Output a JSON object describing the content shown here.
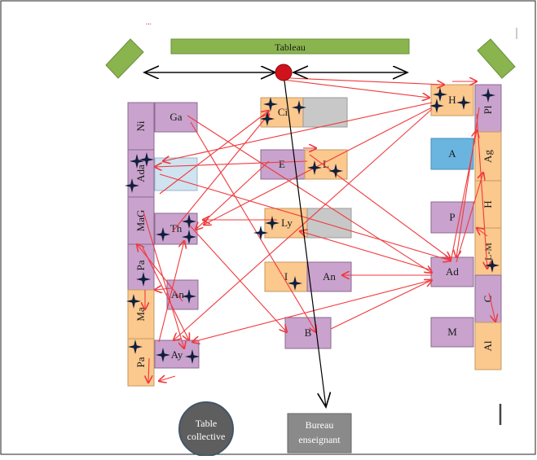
{
  "board": {
    "label": "Tableau"
  },
  "teacher_desk": {
    "line1": "Bureau",
    "line2": "enseignant"
  },
  "collective_table": {
    "line1": "Table",
    "line2": "collective"
  },
  "top_marker": "...",
  "students": {
    "ni": "Ni",
    "ga": "Ga",
    "ada": "Ada",
    "mag": "MaG",
    "th": "Th",
    "pa_upper": "Pa",
    "an_left": "An",
    "ma": "Ma",
    "pa_lower": "Pa",
    "ay": "Ay",
    "ci": "Ci",
    "e": "E",
    "l": "L",
    "ly": "Ly",
    "i": "I",
    "an_mid": "An",
    "b": "B",
    "h_top": "H",
    "pl": "Pl",
    "a": "A",
    "ag": "Ag",
    "p": "P",
    "h_right": "H",
    "lm": "L-M",
    "ad": "Ad",
    "c": "C",
    "m": "M",
    "al": "Al"
  },
  "colors": {
    "purple_desk": "#c9a2cd",
    "orange_desk": "#fbc88e",
    "blue_desk": "#6ab5e0",
    "light_blue_desk": "#cfe3f1",
    "gray_desk": "#c8c8c8",
    "board_green": "#8ab54e",
    "teacher_point": "#d0121b",
    "relation_arrow": "#f0393c",
    "teacher_arrow": "#000000",
    "collective_table": "#5e5e5e",
    "teacher_desk": "#8a8a8a"
  }
}
